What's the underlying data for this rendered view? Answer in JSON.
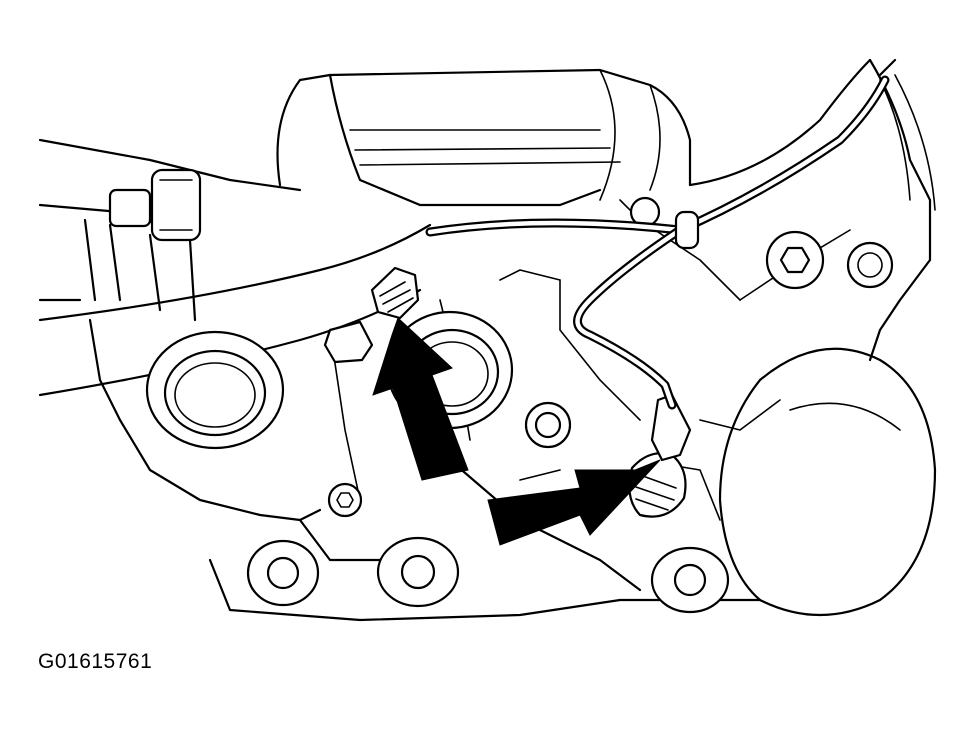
{
  "figure": {
    "id_label": "G01615761"
  },
  "callouts": [
    {
      "name": "arrow-upper-sensor-connector"
    },
    {
      "name": "arrow-lower-sensor-connector"
    }
  ],
  "colors": {
    "line": "#000000",
    "background": "#ffffff"
  }
}
